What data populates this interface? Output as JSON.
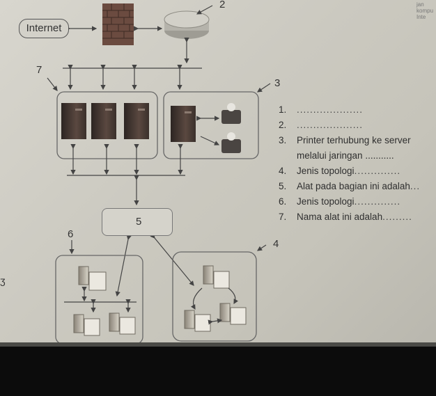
{
  "diagram": {
    "internet_label": "Internet",
    "numbers": {
      "n2": "2",
      "n3": "3",
      "n4": "4",
      "n5": "5",
      "n6": "6",
      "n7": "7"
    }
  },
  "corner": {
    "line1": "jan",
    "line2": "kompu",
    "line3": "Inte"
  },
  "questions": [
    {
      "num": "1.",
      "text": "",
      "blank": "...................."
    },
    {
      "num": "2.",
      "text": "",
      "blank": "...................."
    },
    {
      "num": "3.",
      "text": "Printer terhubung ke server",
      "blank": ""
    },
    {
      "num": "",
      "text": "melalui jaringan",
      "blank": "..........."
    },
    {
      "num": "4.",
      "text": "Jenis topologi",
      "blank": ".............."
    },
    {
      "num": "5.",
      "text": "Alat pada bagian ini adalah",
      "blank": "..."
    },
    {
      "num": "6.",
      "text": "Jenis topologi",
      "blank": ".............."
    },
    {
      "num": "7.",
      "text": "Nama alat ini adalah",
      "blank": "........."
    }
  ],
  "colors": {
    "paper": "#cfcdc4",
    "server": "#4a3a34",
    "firewall": "#6b4b40",
    "router": "#b8b6ae",
    "arrow": "#444444"
  }
}
